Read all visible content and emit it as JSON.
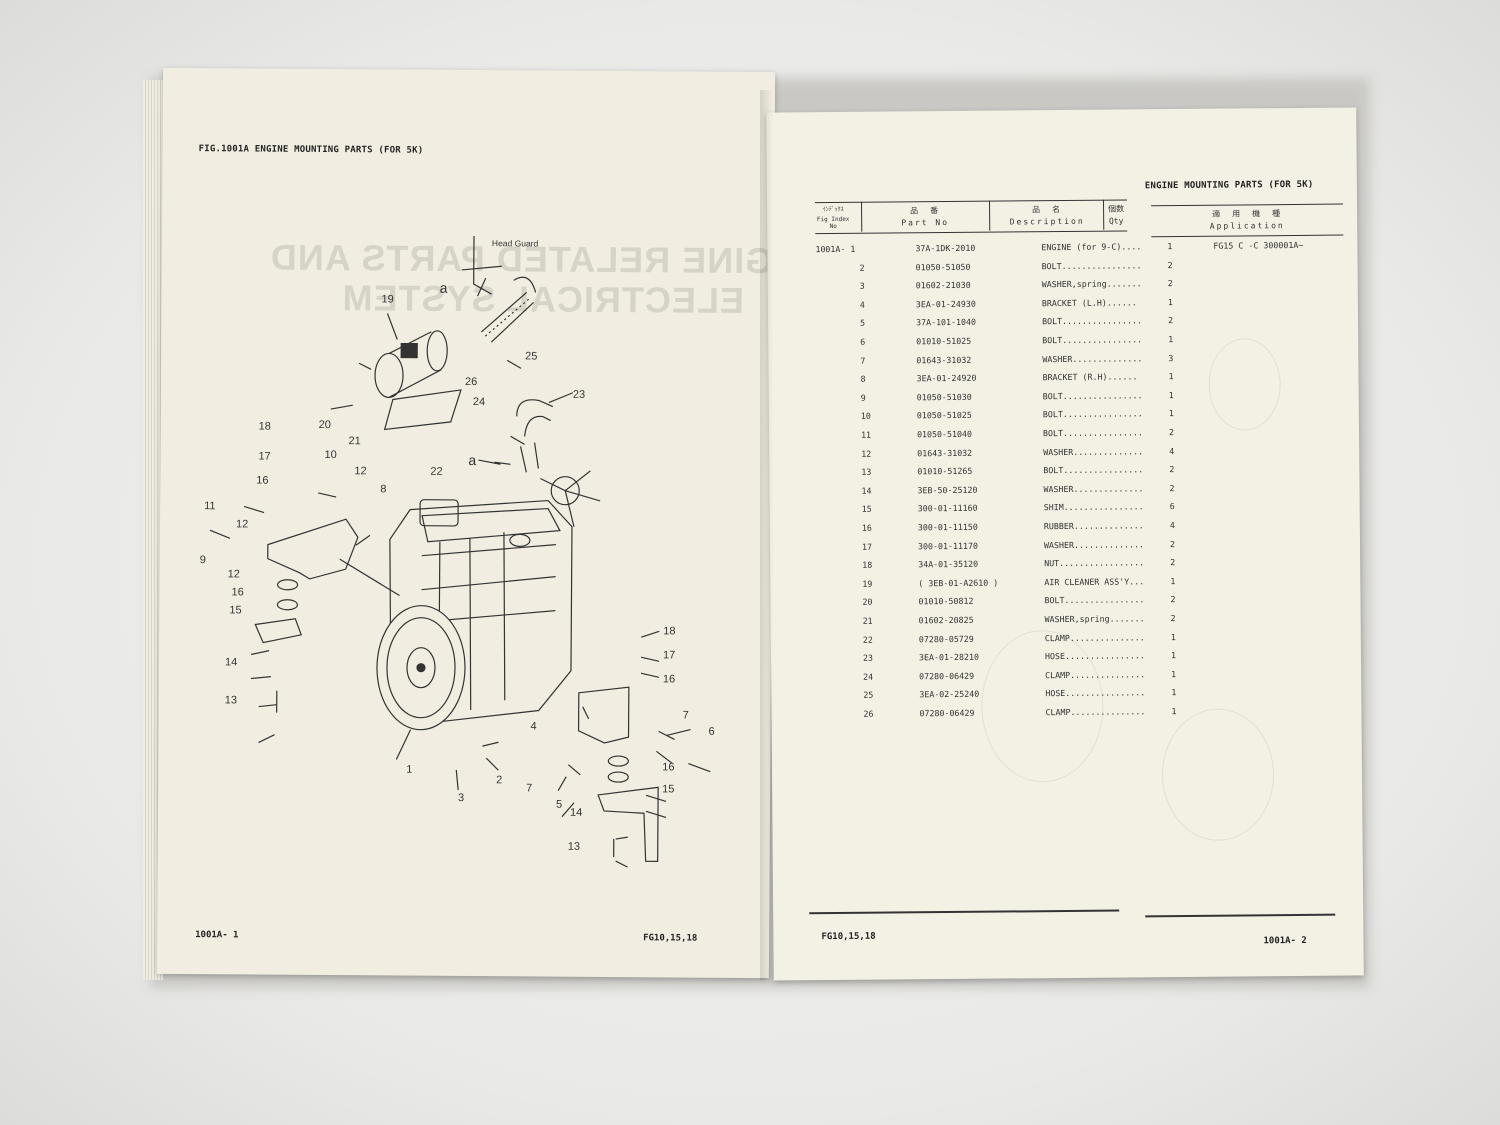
{
  "left_page": {
    "fig_title": "FIG.1001A ENGINE MOUNTING PARTS (FOR 5K)",
    "watermark_lines": [
      "ENGINE RELATED PARTS AND",
      "ELECTRICAL SYSTEM"
    ],
    "head_guard_label": "Head Guard",
    "callouts": [
      "20",
      "21",
      "19",
      "a",
      "26",
      "25",
      "23",
      "24",
      "a",
      "22",
      "18",
      "17",
      "10",
      "12",
      "16",
      "8",
      "11",
      "12",
      "9",
      "12",
      "16",
      "15",
      "14",
      "13",
      "18",
      "17",
      "16",
      "4",
      "7",
      "6",
      "1",
      "3",
      "2",
      "7",
      "5",
      "16",
      "15",
      "14",
      "13"
    ],
    "footer_left": "1001A- 1",
    "footer_right": "FG10,15,18"
  },
  "right_page": {
    "header": "ENGINE MOUNTING PARTS (FOR 5K)",
    "columns": {
      "index_jp": "ｲﾝﾃﾞｯｸｽ",
      "index": "Fig Index No",
      "part_no_jp": "品　番",
      "part_no": "Part No",
      "desc_jp": "品　名",
      "desc": "Description",
      "qty_jp": "個数",
      "qty": "Qty",
      "app_jp": "適　用　機　種",
      "app": "Application"
    },
    "rows": [
      {
        "idx": "1001A- 1",
        "part": "37A-1DK-2010",
        "desc": "ENGINE (for 9-C)....",
        "qty": "1",
        "app": "FG15    C  -C  300001A~"
      },
      {
        "idx": "2",
        "part": "01050-51050",
        "desc": "BOLT................",
        "qty": "2",
        "app": ""
      },
      {
        "idx": "3",
        "part": "01602-21030",
        "desc": "WASHER,spring.......",
        "qty": "2",
        "app": ""
      },
      {
        "idx": "4",
        "part": "3EA-01-24930",
        "desc": "BRACKET (L.H)......",
        "qty": "1",
        "app": ""
      },
      {
        "idx": "5",
        "part": "37A-101-1040",
        "desc": "BOLT................",
        "qty": "2",
        "app": ""
      },
      {
        "idx": "6",
        "part": "01010-51025",
        "desc": "BOLT................",
        "qty": "1",
        "app": ""
      },
      {
        "idx": "7",
        "part": "01643-31032",
        "desc": "WASHER..............",
        "qty": "3",
        "app": ""
      },
      {
        "idx": "8",
        "part": "3EA-01-24920",
        "desc": "BRACKET (R.H)......",
        "qty": "1",
        "app": ""
      },
      {
        "idx": "9",
        "part": "01050-51030",
        "desc": "BOLT................",
        "qty": "1",
        "app": ""
      },
      {
        "idx": "10",
        "part": "01050-51025",
        "desc": "BOLT................",
        "qty": "1",
        "app": ""
      },
      {
        "idx": "11",
        "part": "01050-51040",
        "desc": "BOLT................",
        "qty": "2",
        "app": ""
      },
      {
        "idx": "12",
        "part": "01643-31032",
        "desc": "WASHER..............",
        "qty": "4",
        "app": ""
      },
      {
        "idx": "13",
        "part": "01010-51265",
        "desc": "BOLT................",
        "qty": "2",
        "app": ""
      },
      {
        "idx": "14",
        "part": "3EB-50-25120",
        "desc": "WASHER..............",
        "qty": "2",
        "app": ""
      },
      {
        "idx": "15",
        "part": "300-01-11160",
        "desc": "SHIM................",
        "qty": "6",
        "app": ""
      },
      {
        "idx": "16",
        "part": "300-01-11150",
        "desc": "RUBBER..............",
        "qty": "4",
        "app": ""
      },
      {
        "idx": "17",
        "part": "300-01-11170",
        "desc": "WASHER..............",
        "qty": "2",
        "app": ""
      },
      {
        "idx": "18",
        "part": "34A-01-35120",
        "desc": "NUT.................",
        "qty": "2",
        "app": ""
      },
      {
        "idx": "19",
        "part": "( 3EB-01-A2610 )",
        "desc": "AIR CLEANER ASS'Y...",
        "qty": "1",
        "app": ""
      },
      {
        "idx": "20",
        "part": "01010-50812",
        "desc": "BOLT................",
        "qty": "2",
        "app": ""
      },
      {
        "idx": "21",
        "part": "01602-20825",
        "desc": "WASHER,spring.......",
        "qty": "2",
        "app": ""
      },
      {
        "idx": "22",
        "part": "07280-05729",
        "desc": "CLAMP...............",
        "qty": "1",
        "app": ""
      },
      {
        "idx": "23",
        "part": "3EA-01-28210",
        "desc": "HOSE................",
        "qty": "1",
        "app": ""
      },
      {
        "idx": "24",
        "part": "07280-06429",
        "desc": "CLAMP...............",
        "qty": "1",
        "app": ""
      },
      {
        "idx": "25",
        "part": "3EA-02-25240",
        "desc": "HOSE................",
        "qty": "1",
        "app": ""
      },
      {
        "idx": "26",
        "part": "07280-06429",
        "desc": "CLAMP...............",
        "qty": "1",
        "app": ""
      }
    ],
    "footer_left": "FG10,15,18",
    "footer_right": "1001A- 2"
  }
}
